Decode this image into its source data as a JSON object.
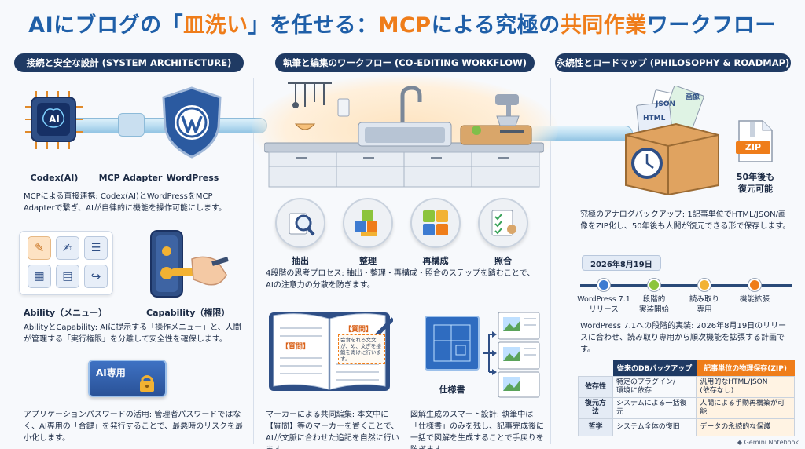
{
  "title": {
    "part1": "AIにブログの「",
    "part2": "皿洗い",
    "part3": "」を任せる：",
    "part4": "MCP",
    "part5": "による究極の",
    "part6": "共同作業",
    "part7": "ワークフロー"
  },
  "sections": {
    "architecture": "接続と安全な設計 (SYSTEM ARCHITECTURE)",
    "workflow": "執筆と編集のワークフロー (CO-EDITING WORKFLOW)",
    "roadmap": "永続性とロードマップ (PHILOSOPHY & ROADMAP)"
  },
  "architecture": {
    "labels": {
      "codex": "Codex(AI)",
      "adapter": "MCP Adapter",
      "wordpress": "WordPress"
    },
    "chip_text": "AI",
    "connect_text": "MCPによる直接連携: Codex(AI)とWordPressをMCP Adapterで繋ぎ、AIが自律的に機能を操作可能にします。",
    "ability_label": "Ability（メニュー）",
    "capability_label": "Capability（権限）",
    "ability_text": "AbilityとCapability: AIに提示する「操作メニュー」と、人間が管理する「実行権限」を分離して安全性を確保します。",
    "ai_card_label": "AI専用",
    "password_text": "アプリケーションパスワードの活用: 管理者パスワードではなく、AI専用の「合鍵」を発行することで、最悪時のリスクを最小化します。"
  },
  "workflow": {
    "steps": [
      "抽出",
      "整理",
      "再構成",
      "照合"
    ],
    "steps_text": "4段階の思考プロセス: 抽出・整理・再構成・照合のステップを踏むことで、AIの注意力の分散を防ぎます。",
    "marker_tag1": "【質問】",
    "marker_tag2": "【質問】",
    "marker_note": "会食をれる文文が、め、文ぎを接鍛を寄けに行います。",
    "marker_text": "マーカーによる共同編集: 本文中に【質問】等のマーカーを置くことで、AIが文脈に合わせた追記を自然に行います。",
    "spec_label": "仕様書",
    "diagram_text": "図解生成のスマート設計: 執筆中は「仕様書」のみを残し、記事完成後に一括で図解を生成することで手戻りを防ぎます。"
  },
  "roadmap": {
    "file_labels": [
      "HTML",
      "JSON",
      "画像"
    ],
    "zip_label": "ZIP",
    "years_label": "50年後も\n復元可能",
    "backup_text": "究極のアナログバックアップ: 1記事単位でHTML/JSON/画像をZIP化し、50年後も人間が復元できる形で保存します。",
    "date": "2026年8月19日",
    "timeline": [
      "WordPress 7.1\nリリース",
      "段階的\n実装開始",
      "読み取り\n専用",
      "機能拡張"
    ],
    "timeline_colors": [
      "#3d7bd1",
      "#8cc43c",
      "#f2b233",
      "#ef7d1a"
    ],
    "timeline_text": "WordPress 7.1への段階的実装: 2026年8月19日のリリースに合わせ、読み取り専用から順次機能を拡張する計画です。",
    "table": {
      "headers": [
        "",
        "従来のDBバックアップ",
        "記事単位の物理保存(ZIP)"
      ],
      "rows": [
        [
          "依存性",
          "特定のプラグイン/\n環境に依存",
          "汎用的なHTML/JSON\n(依存なし)"
        ],
        [
          "復元方法",
          "システムによる一括復元",
          "人間による手動再構築が可能"
        ],
        [
          "哲学",
          "システム全体の復旧",
          "データの永続的な保護"
        ]
      ]
    }
  },
  "footer": "Gemini Notebook",
  "colors": {
    "navy": "#1f3a63",
    "blue": "#1f5fa8",
    "orange": "#ef7d1a"
  }
}
